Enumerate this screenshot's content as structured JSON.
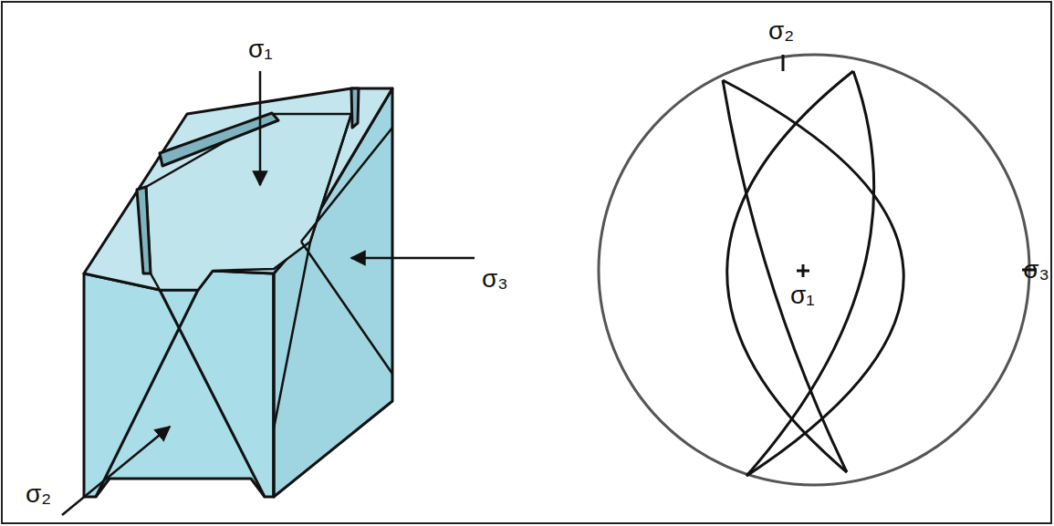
{
  "diagram": {
    "labels": [
      "σ₁",
      "σ₃",
      "σ₂",
      "σ₂",
      "σ₁",
      "σ₃"
    ]
  }
}
